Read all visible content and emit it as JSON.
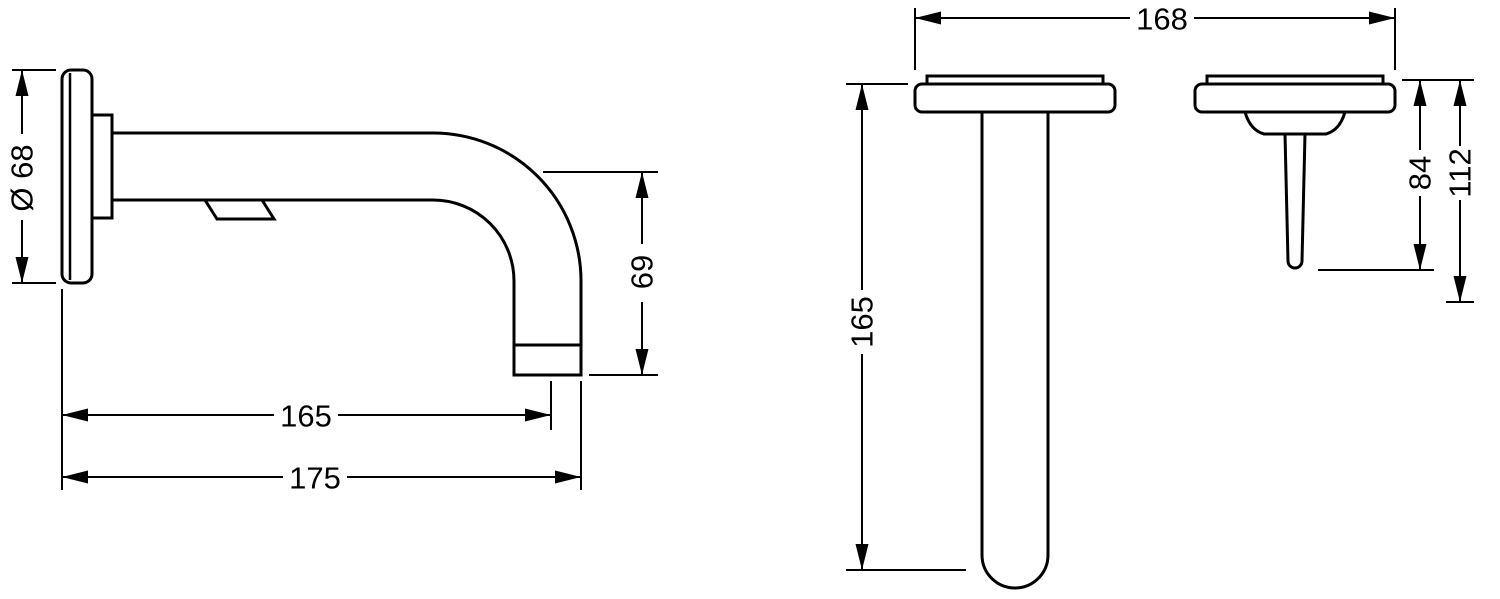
{
  "colors": {
    "line": "#000000",
    "background": "#ffffff"
  },
  "side_view": {
    "dim_plate_diameter": "Ø 68",
    "dim_outlet_height": "69",
    "dim_spout_reach": "165",
    "dim_overall_projection": "175"
  },
  "front_view": {
    "dim_overall_width": "168",
    "dim_spout_length": "165",
    "dim_handle_length": "84",
    "dim_handle_overall": "112"
  }
}
